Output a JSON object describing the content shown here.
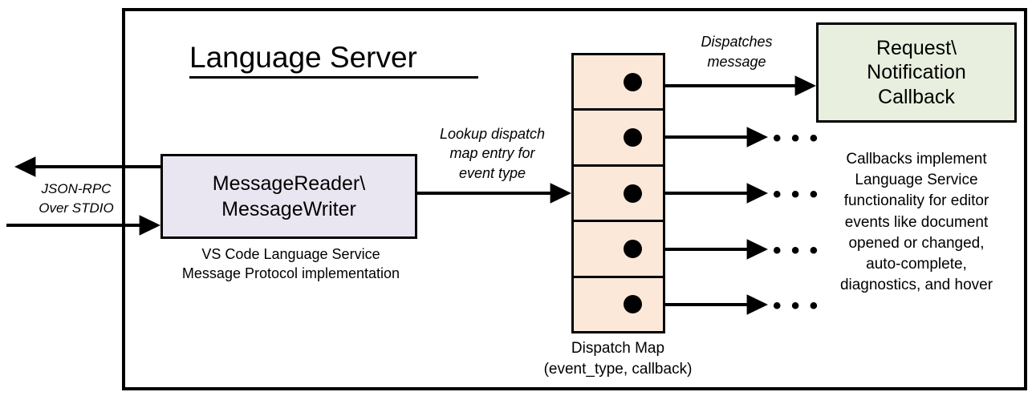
{
  "diagram": {
    "title": "Language Server",
    "external_protocol_label": "JSON-RPC\nOver STDIO",
    "message_box": {
      "label": "MessageReader\\\nMessageWriter",
      "caption": "VS Code Language Service\nMessage Protocol implementation"
    },
    "lookup_label": "Lookup dispatch\nmap entry for\nevent type",
    "dispatch_label": "Dispatches\nmessage",
    "dispatch_map": {
      "caption": "Dispatch Map\n(event_type, callback)",
      "cell_count": 5,
      "cells": [
        {
          "index": 1,
          "has_dot": true,
          "arrow_target": "callback-box"
        },
        {
          "index": 2,
          "has_dot": true,
          "arrow_target": "ellipsis"
        },
        {
          "index": 3,
          "has_dot": true,
          "arrow_target": "ellipsis"
        },
        {
          "index": 4,
          "has_dot": true,
          "arrow_target": "ellipsis"
        },
        {
          "index": 5,
          "has_dot": true,
          "arrow_target": "ellipsis"
        }
      ]
    },
    "callback_box": {
      "label": "Request\\\nNotification\nCallback",
      "caption": "Callbacks implement\nLanguage Service\nfunctionality for editor\nevents like document\nopened or changed,\nauto-complete,\ndiagnostics, and hover"
    },
    "ellipsis": "• • •",
    "colors": {
      "message_box_fill": "#EAE6F1",
      "dispatch_map_fill": "#FCE8D9",
      "callback_box_fill": "#E8EFDF",
      "stroke": "#000000",
      "background": "#FFFFFF"
    }
  }
}
